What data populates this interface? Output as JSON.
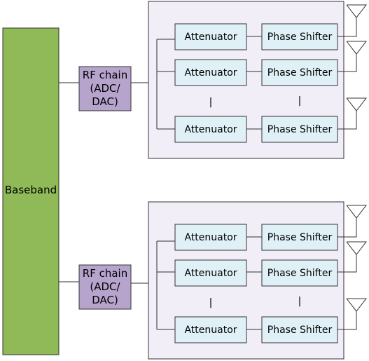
{
  "colors": {
    "baseband_fill": "#8fba57",
    "rf_chain_fill": "#b6a4cc",
    "module_fill": "#f1eef8",
    "component_fill": "#dff1f7",
    "stroke": "#333333"
  },
  "baseband": {
    "label": "Baseband"
  },
  "modules": [
    {
      "rf_chain": {
        "line1": "RF chain",
        "line2": "(ADC/",
        "line3": "DAC)"
      },
      "rows": [
        {
          "attenuator": "Attenuator",
          "phase_shifter": "Phase Shifter"
        },
        {
          "attenuator": "Attenuator",
          "phase_shifter": "Phase Shifter"
        },
        {
          "attenuator": "Attenuator",
          "phase_shifter": "Phase Shifter"
        }
      ],
      "ellipsis": "|"
    },
    {
      "rf_chain": {
        "line1": "RF chain",
        "line2": "(ADC/",
        "line3": "DAC)"
      },
      "rows": [
        {
          "attenuator": "Attenuator",
          "phase_shifter": "Phase Shifter"
        },
        {
          "attenuator": "Attenuator",
          "phase_shifter": "Phase Shifter"
        },
        {
          "attenuator": "Attenuator",
          "phase_shifter": "Phase Shifter"
        }
      ],
      "ellipsis": "|"
    }
  ]
}
